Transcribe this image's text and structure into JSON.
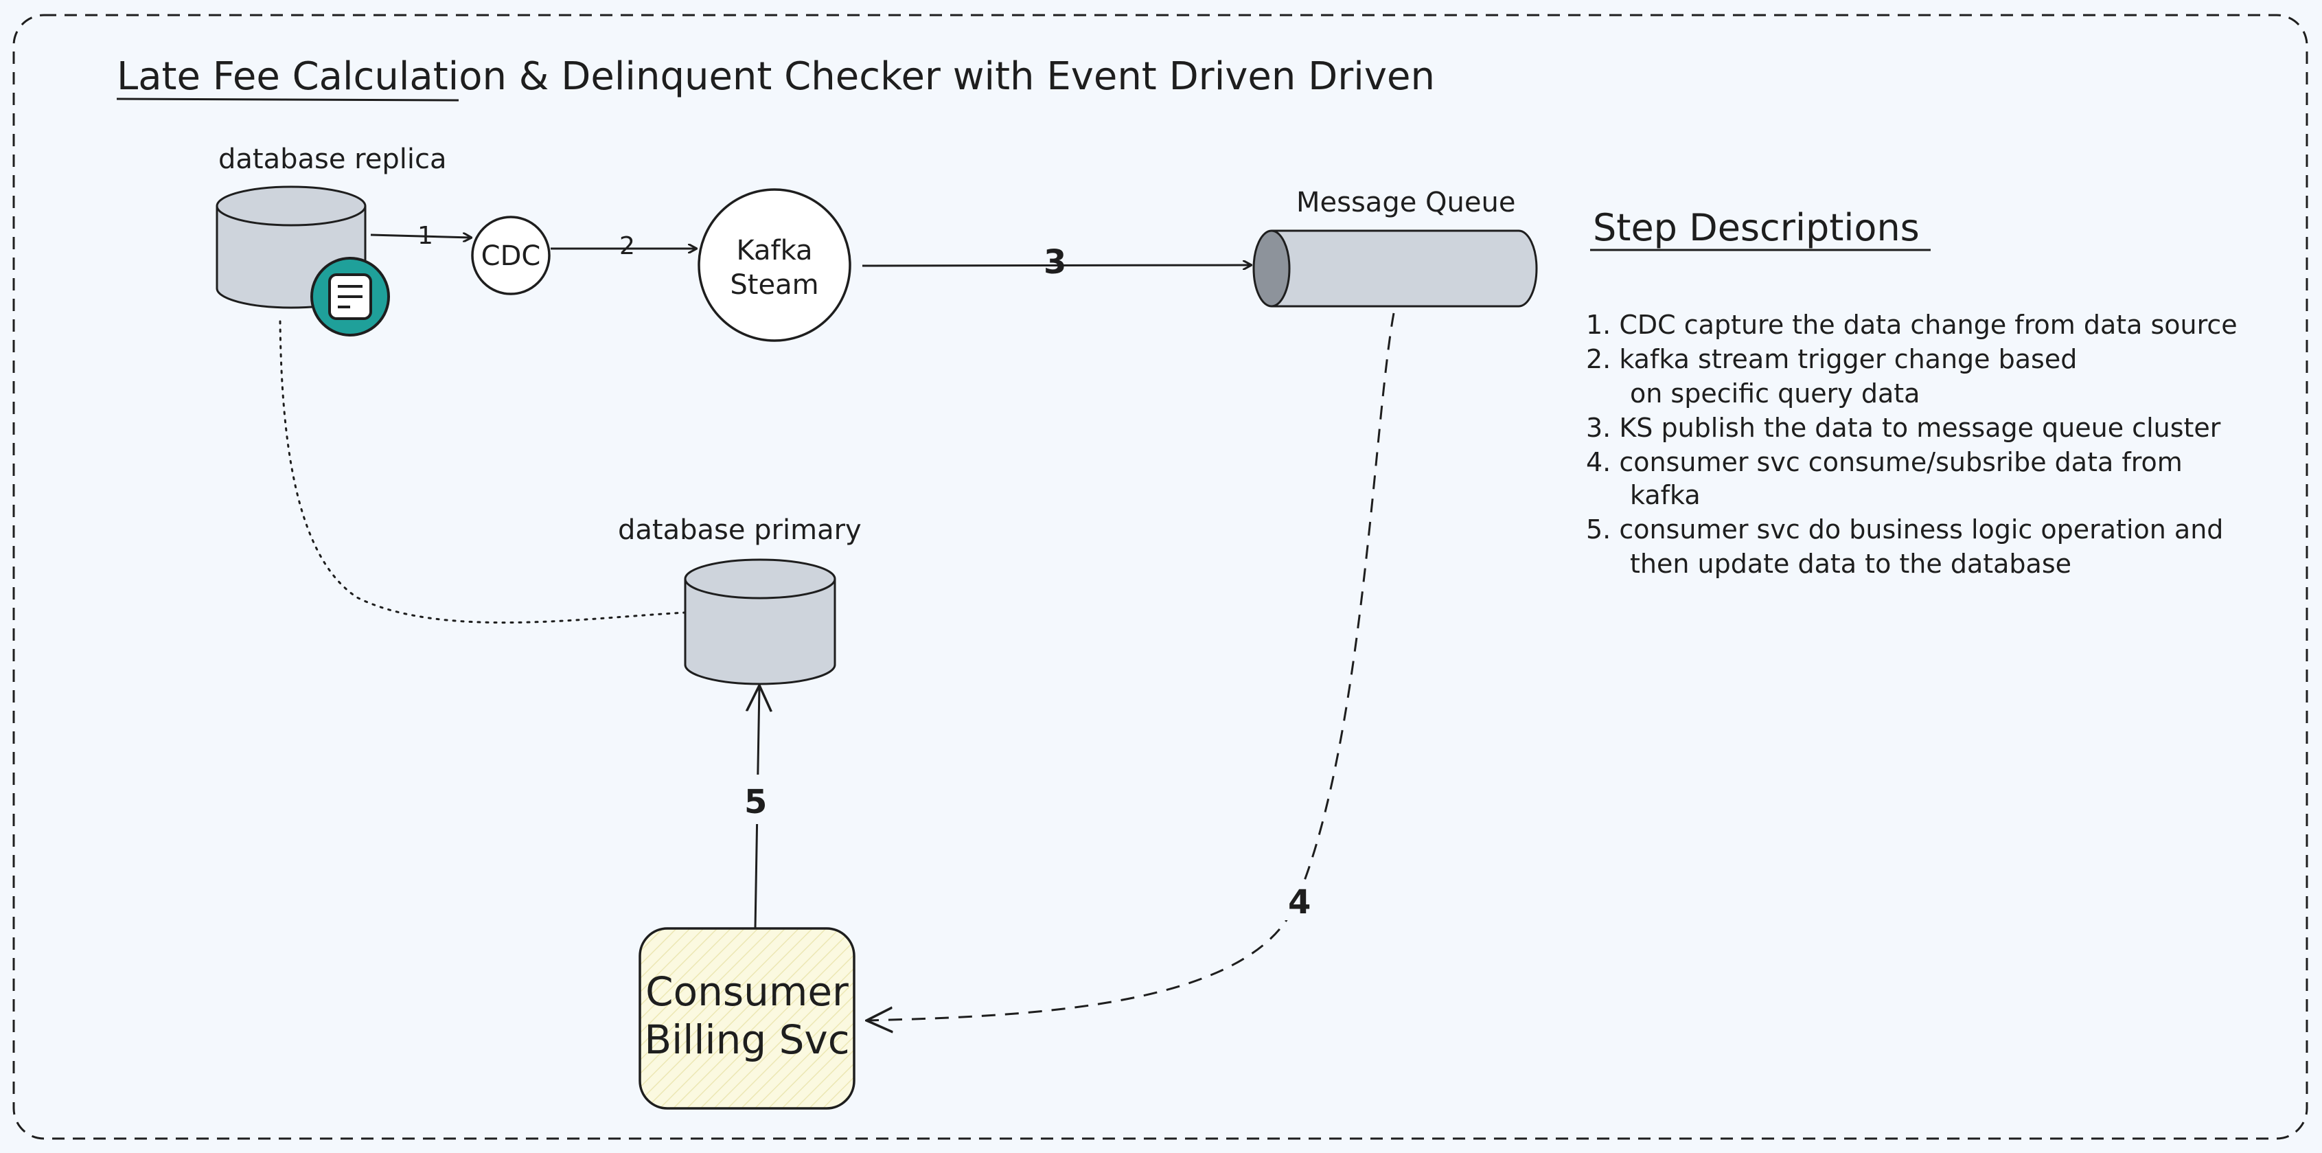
{
  "title": "Late Fee Calculation & Delinquent Checker with Event Driven Driven",
  "nodes": {
    "db_replica": "database replica",
    "cdc": "CDC",
    "kafka_line1": "Kafka",
    "kafka_line2": "Steam",
    "mq": "Message Queue",
    "db_primary": "database primary",
    "svc_line1": "Consumer",
    "svc_line2": "Billing Svc"
  },
  "arrows": {
    "a1": "1",
    "a2": "2",
    "a3": "3",
    "a4": "4",
    "a5": "5"
  },
  "steps": {
    "heading": "Step Descriptions",
    "s1": "1. CDC capture the data change from data source",
    "s2a": "2. kafka stream trigger change based",
    "s2b": "on specific query data",
    "s3": "3. KS publish the data to message queue cluster",
    "s4a": "4. consumer svc consume/subsribe data from",
    "s4b": "kafka",
    "s5a": "5. consumer svc do business logic operation and",
    "s5b": "then update data to the database"
  },
  "colors": {
    "background": "#f4f8fd",
    "cylinder": "#ced4dc",
    "teal_badge": "#1fa09a",
    "svc_fill": "#fbf9e0"
  },
  "icons": {
    "replica_badge": "document-icon"
  }
}
